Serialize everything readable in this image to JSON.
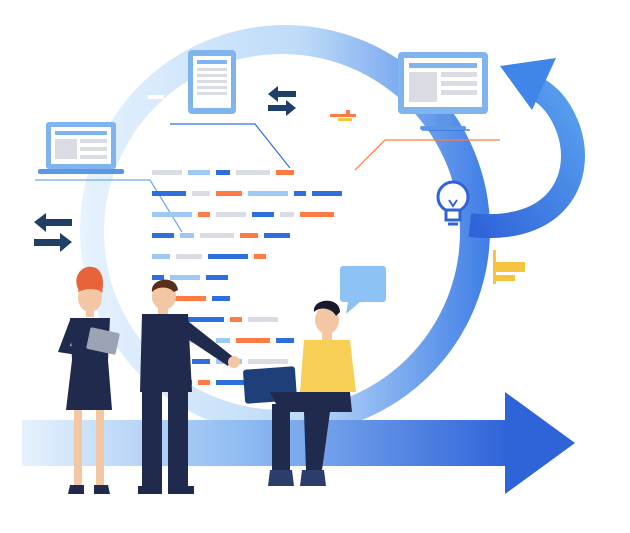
{
  "palette": {
    "primary_blue": "#2f6fdd",
    "light_blue": "#9ec9f5",
    "pale_blue": "#dcecfb",
    "orange": "#ff7a45",
    "yellow": "#f5c542",
    "gray": "#d9dde3",
    "navy": "#1f2a4d",
    "skin": "#f4c7a4",
    "hair_red": "#e8623a",
    "hair_dark": "#5a2e1a",
    "shirt_yellow": "#f7cf55"
  },
  "icons": [
    "laptop-icon",
    "tablet-icon",
    "monitor-icon",
    "swap-arrows-icon",
    "lightbulb-icon",
    "chat-bubble-icon",
    "sticky-note-icon",
    "circular-arrow-icon",
    "forward-arrow-icon"
  ],
  "code_lines": [
    [
      "gray",
      "light_blue",
      "blue",
      "gray",
      "orange"
    ],
    [
      "blue",
      "gray",
      "orange",
      "light_blue",
      "blue",
      "blue"
    ],
    [
      "light_blue",
      "orange",
      "gray",
      "blue",
      "gray",
      "orange"
    ],
    [
      "blue",
      "light_blue",
      "gray",
      "orange",
      "blue"
    ],
    [
      "light_blue",
      "gray",
      "blue",
      "orange"
    ],
    [
      "blue",
      "light_blue",
      "blue"
    ],
    [
      "gray",
      "orange",
      "blue"
    ],
    [
      "light_blue",
      "blue",
      "orange",
      "gray"
    ],
    [
      "blue",
      "gray",
      "light_blue",
      "orange",
      "blue"
    ],
    [
      "gray",
      "blue",
      "light_blue",
      "gray"
    ],
    [
      "blue",
      "orange",
      "blue",
      "light_blue"
    ]
  ]
}
